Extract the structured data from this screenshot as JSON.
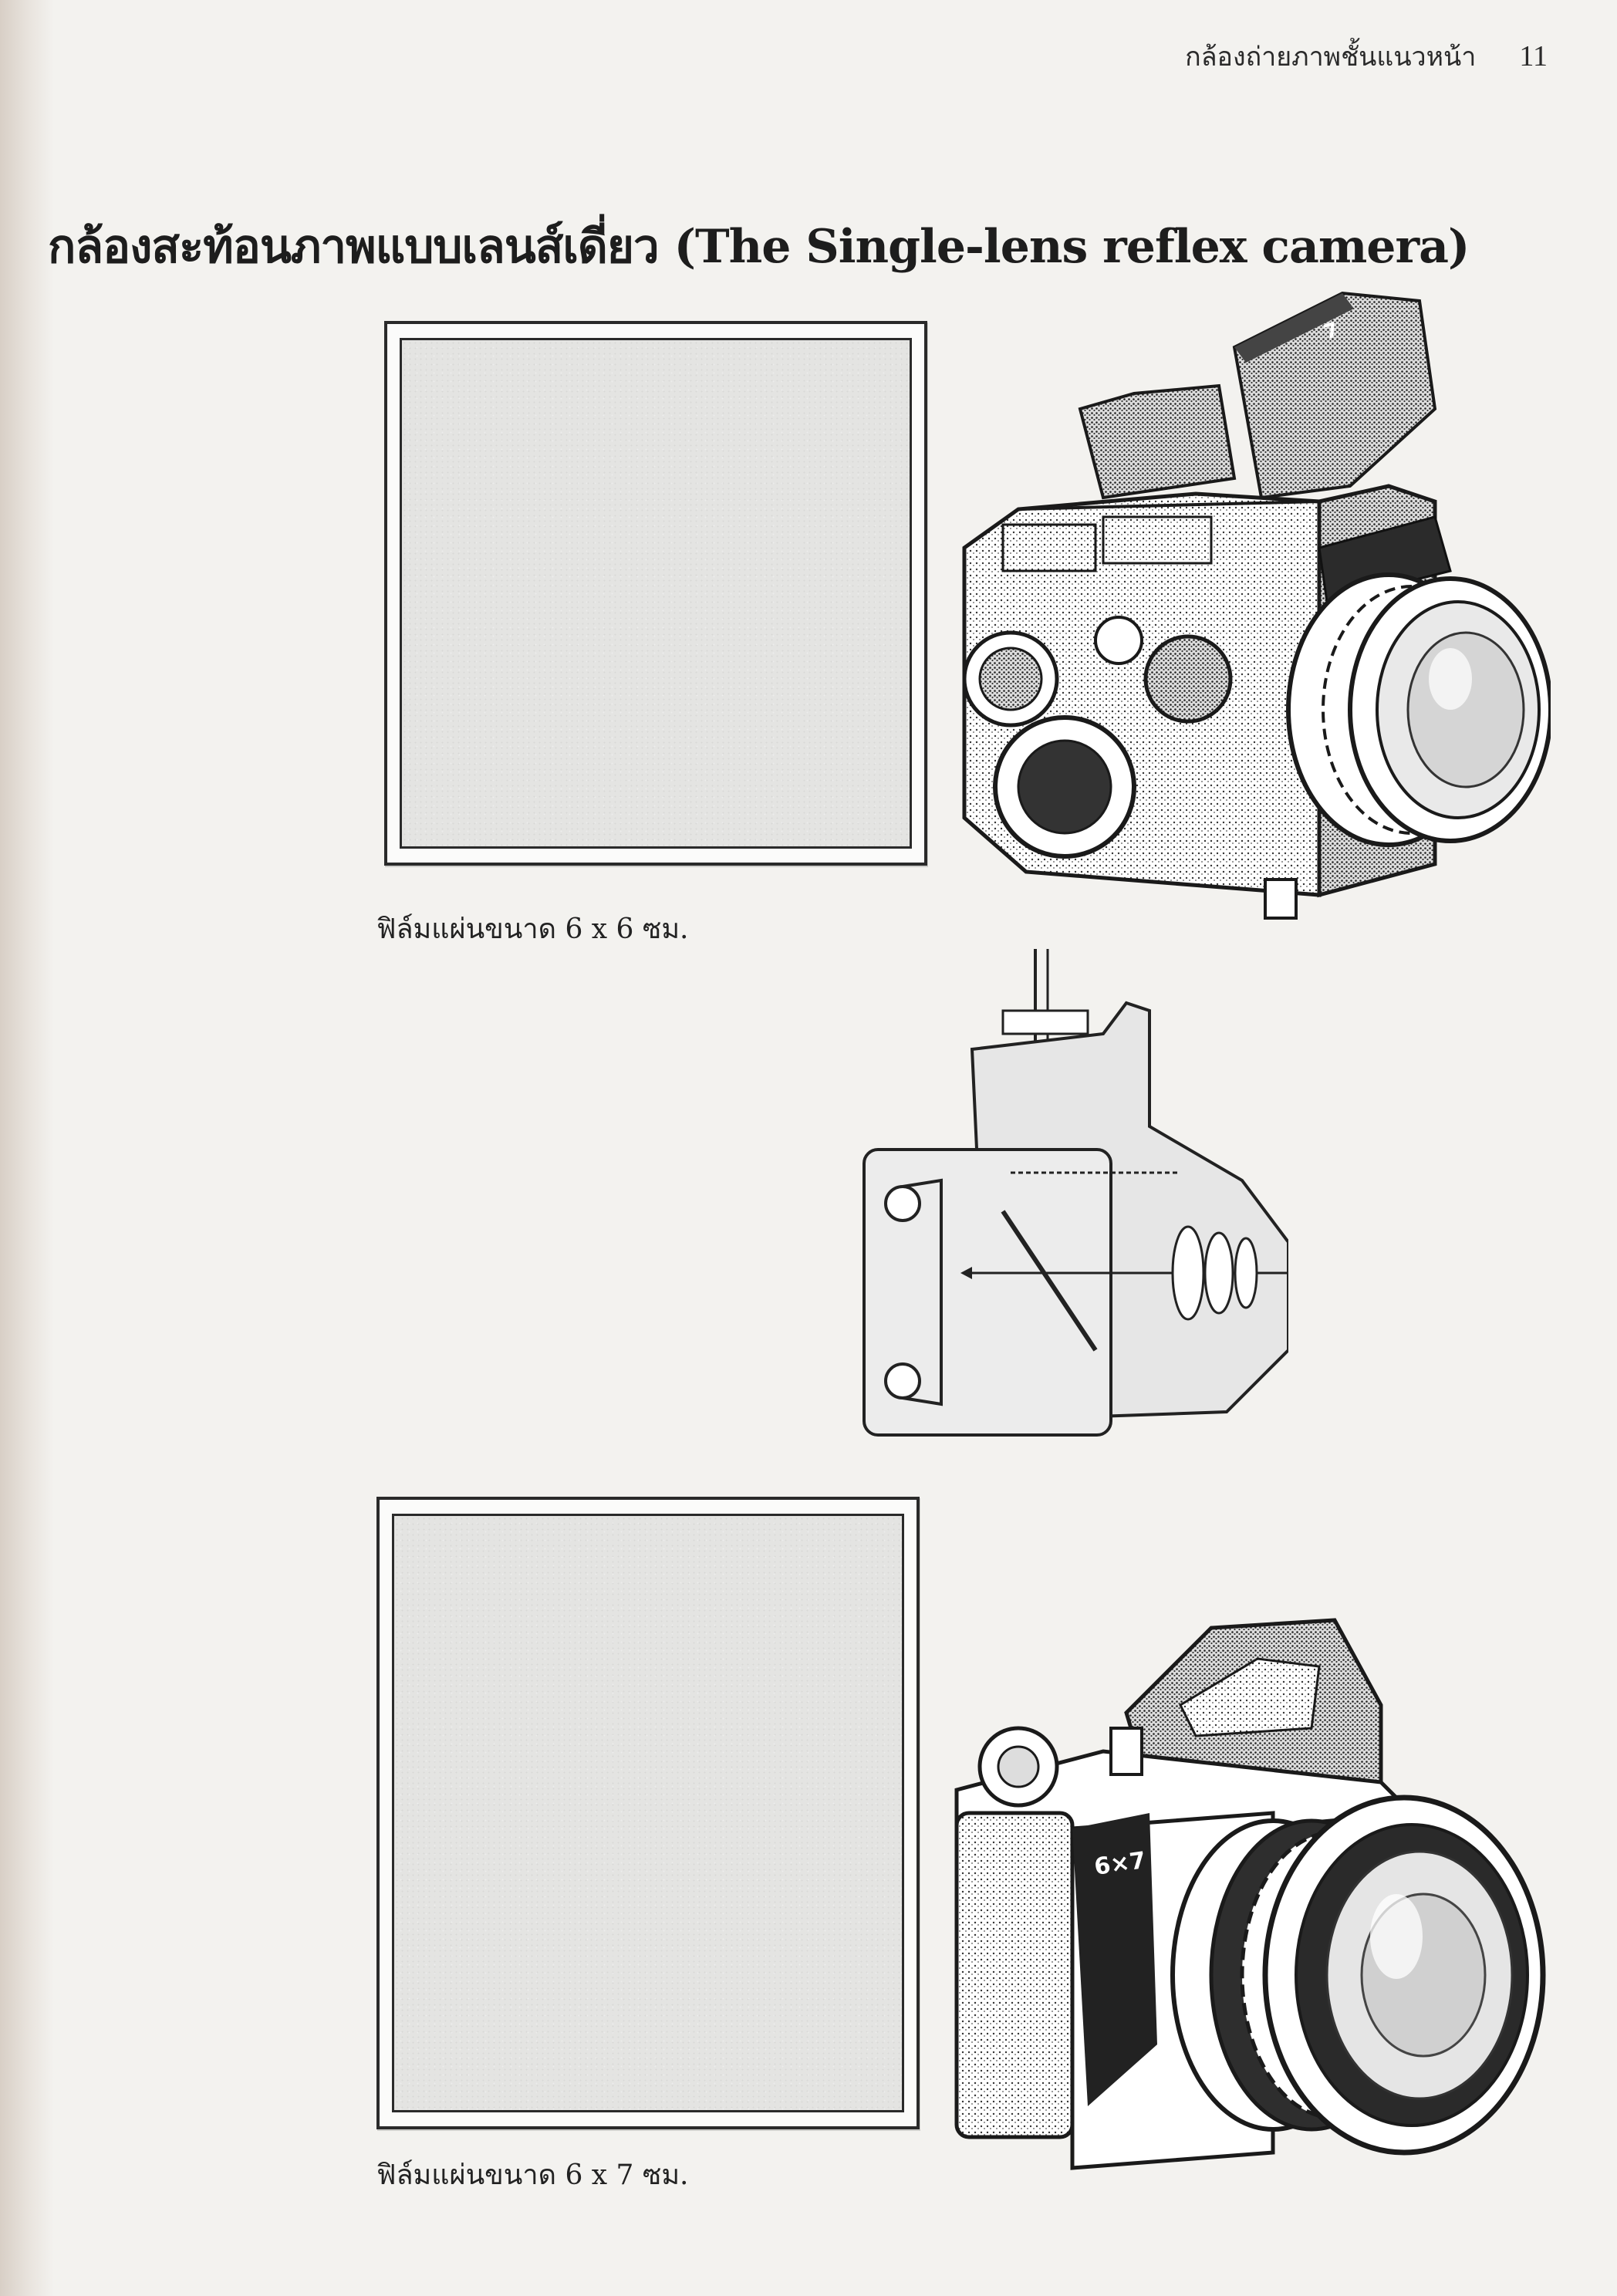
{
  "running_header": {
    "chapter_title": "กล้องถ่ายภาพชั้นแนวหน้า",
    "page_number": "11"
  },
  "section": {
    "title": "กล้องสะท้อนภาพแบบเลนส์เดี่ยว (The Single-lens reflex camera)"
  },
  "figures": [
    {
      "caption": "ฟิล์มแผ่นขนาด 6 x 6 ซม."
    },
    {
      "caption": "ฟิล์มแผ่นขนาด 6 x 7 ซม."
    }
  ],
  "colors": {
    "paper": "#f3f2ef",
    "ink": "#1d1d1d",
    "film_tint": "#e4e4e2"
  }
}
